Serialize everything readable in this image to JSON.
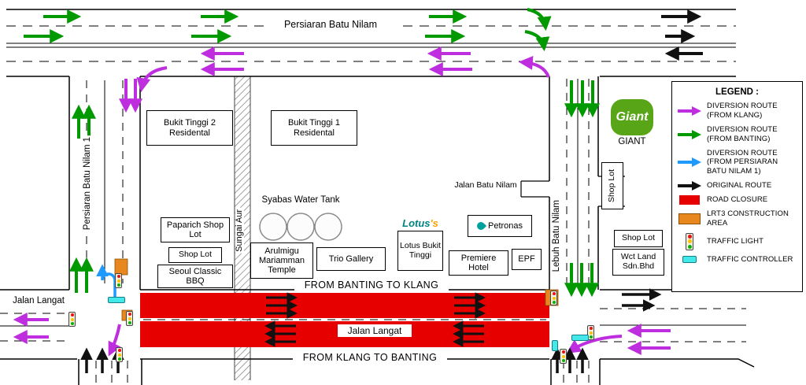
{
  "roads": {
    "persiaran_batu_nilam": "Persiaran Batu Nilam",
    "persiaran_batu_nilam_1": "Persiaran Batu Nilam 1",
    "lebuh_batu_nilam": "Lebuh Batu Nilam",
    "jalan_langat": "Jalan Langat",
    "jalan_batu_nilam": "Jalan Batu Nilam",
    "sungai_aur": "Sungai Aur"
  },
  "closure": {
    "banner_top": "FROM BANTING TO KLANG",
    "banner_bottom": "FROM KLANG TO BANTING",
    "road_label": "Jalan Langat"
  },
  "places": {
    "bukit_tinggi_2": "Bukit Tinggi 2 Residental",
    "bukit_tinggi_1": "Bukit Tinggi 1 Residental",
    "syabas_water_tank": "Syabas Water Tank",
    "paparich": "Paparich Shop Lot",
    "shop_lot_left": "Shop Lot",
    "seoul_bbq": "Seoul Classic BBQ",
    "temple": "Arulmigu Mariamman Temple",
    "trio_gallery": "Trio Gallery",
    "lotus_logo_main": "Lotus",
    "lotus_logo_suffix": "'s",
    "lotus_store": "Lotus Bukit Tinggi",
    "petronas": "Petronas",
    "premiere_hotel": "Premiere Hotel",
    "epf": "EPF",
    "shop_lot_lebuh": "Shop Lot",
    "shop_lot_right": "Shop Lot",
    "wct_land": "Wct Land Sdn.Bhd",
    "giant_logo": "Giant",
    "giant_caption": "GIANT"
  },
  "legend": {
    "title": "LEGEND :",
    "items": [
      {
        "id": "diversion-from-klang",
        "label": "DIVERSION ROUTE (FROM KLANG)",
        "color": "#BE2EDE"
      },
      {
        "id": "diversion-from-banting",
        "label": "DIVERSION ROUTE (FROM BANTING)",
        "color": "#009900"
      },
      {
        "id": "diversion-from-pbn1",
        "label": "DIVERSION ROUTE (FROM PERSIARAN BATU NILAM 1)",
        "color": "#1E9AFF"
      },
      {
        "id": "original-route",
        "label": "ORIGINAL ROUTE",
        "color": "#111111"
      },
      {
        "id": "road-closure",
        "label": "ROAD CLOSURE",
        "color": "#E60000"
      },
      {
        "id": "lrt3-construction",
        "label": "LRT3 CONSTRUCTION AREA",
        "color": "#E8871E"
      },
      {
        "id": "traffic-light",
        "label": "TRAFFIC LIGHT"
      },
      {
        "id": "traffic-controller",
        "label": "TRAFFIC CONTROLLER",
        "color": "#45E8E8"
      }
    ]
  },
  "colors": {
    "diversion_klang": "#BE2EDE",
    "diversion_banting": "#009900",
    "diversion_pbn1": "#1E9AFF",
    "original_route": "#111111",
    "road_closure": "#E60000",
    "lrt3_area": "#E8871E",
    "traffic_controller": "#45E8E8",
    "giant_green": "#58A618",
    "lotus_teal": "#00837E",
    "lotus_suffix": "#F5A200",
    "petronas_teal": "#00A19C"
  }
}
